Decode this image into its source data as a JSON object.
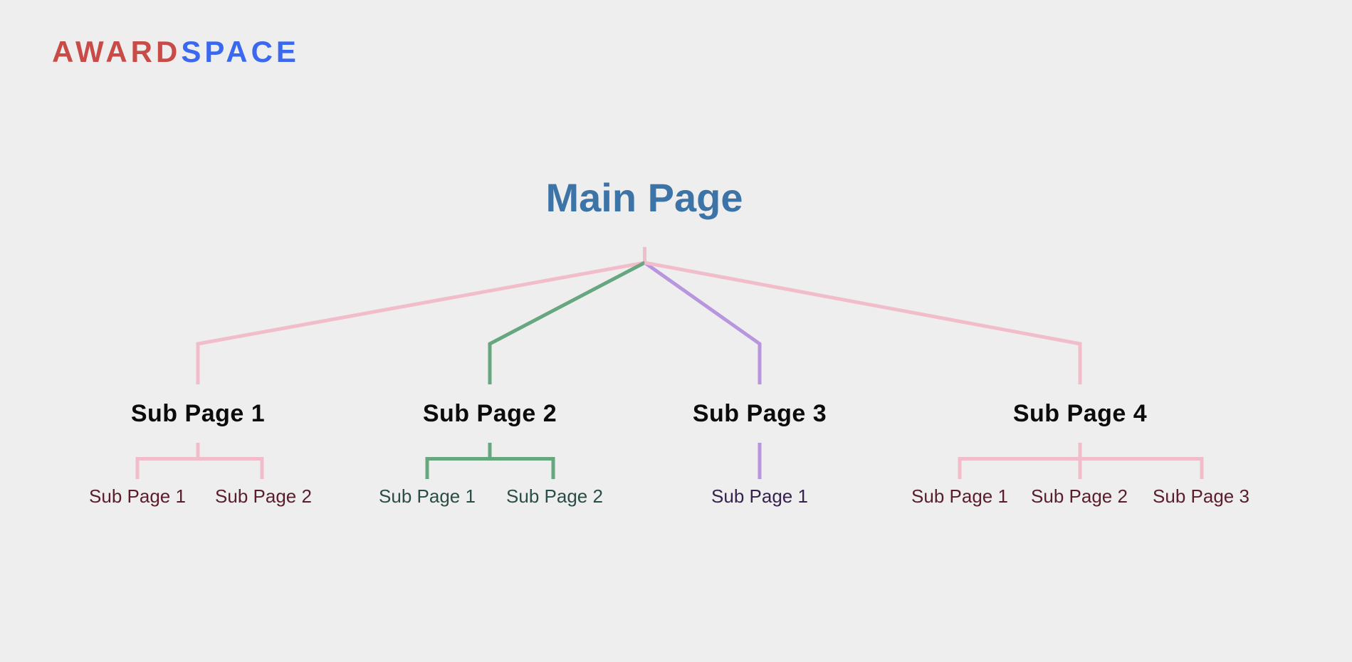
{
  "logo": {
    "part1": "AWARD",
    "part2": "SPACE"
  },
  "colors": {
    "background": "#EFEEEE",
    "logo_red": "#C94B47",
    "logo_blue": "#3B68F0",
    "title_blue": "#3D74A8",
    "pink_line": "#F2BDCA",
    "green_line": "#66A77F",
    "purple_line": "#B896DE",
    "level2_text": "#0B0B0B",
    "maroon_text": "#5A1D2B",
    "teal_text": "#2A4D47",
    "dark_purple_text": "#35224E"
  },
  "sitemap": {
    "root": {
      "label": "Main Page"
    },
    "branches": [
      {
        "label": "Sub Page 1",
        "line_color": "#F2BDCA",
        "children_text_color": "#5A1D2B",
        "children": [
          "Sub Page 1",
          "Sub Page 2"
        ]
      },
      {
        "label": "Sub Page 2",
        "line_color": "#66A77F",
        "children_text_color": "#2A4D47",
        "children": [
          "Sub Page 1",
          "Sub Page 2"
        ]
      },
      {
        "label": "Sub Page 3",
        "line_color": "#B896DE",
        "children_text_color": "#35224E",
        "children": [
          "Sub Page 1"
        ]
      },
      {
        "label": "Sub Page 4",
        "line_color": "#F2BDCA",
        "children_text_color": "#5A1D2B",
        "children": [
          "Sub Page 1",
          "Sub Page 2",
          "Sub Page 3"
        ]
      }
    ]
  }
}
